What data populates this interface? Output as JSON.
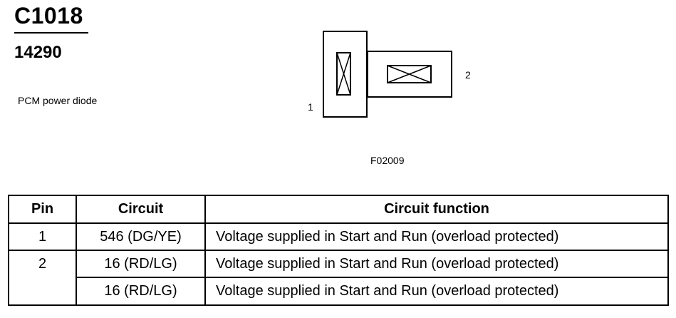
{
  "header": {
    "connector_id": "C1018",
    "part_number": "14290",
    "description": "PCM power diode"
  },
  "diagram": {
    "pin1_label": "1",
    "pin2_label": "2",
    "figure_id": "F02009"
  },
  "table": {
    "headers": [
      "Pin",
      "Circuit",
      "Circuit function"
    ],
    "rows": [
      {
        "pin": "1",
        "circuit": "546 (DG/YE)",
        "function": "Voltage supplied in Start and Run (overload protected)"
      },
      {
        "pin": "2",
        "circuit": "16 (RD/LG)",
        "function": "Voltage supplied in Start and Run (overload protected)"
      },
      {
        "pin": "",
        "circuit": "16 (RD/LG)",
        "function": "Voltage supplied in Start and Run (overload protected)"
      }
    ]
  }
}
